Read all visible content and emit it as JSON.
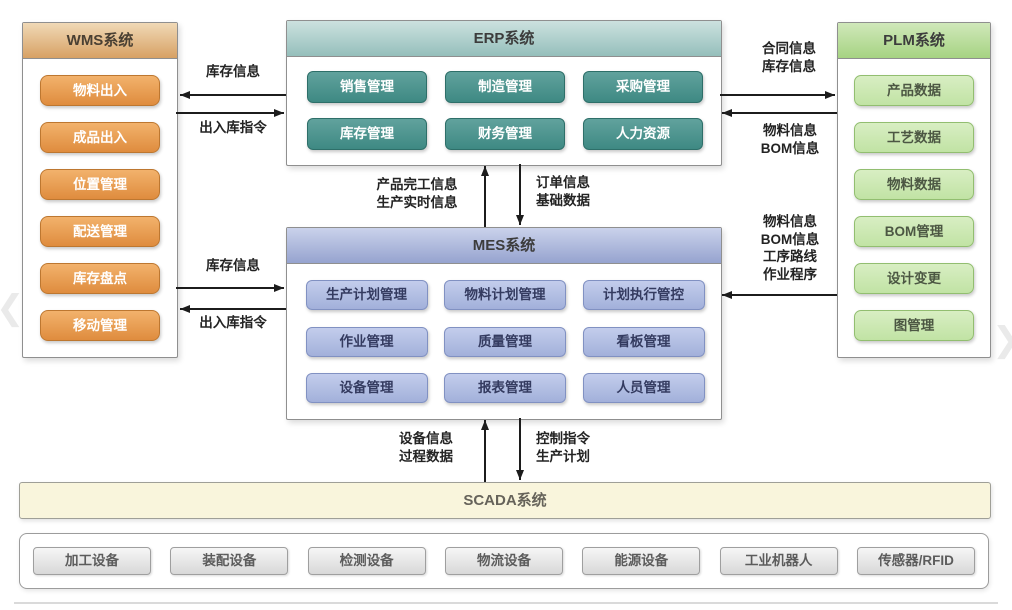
{
  "wms": {
    "title": "WMS系统",
    "items": [
      "物料出入",
      "成品出入",
      "位置管理",
      "配送管理",
      "库存盘点",
      "移动管理"
    ]
  },
  "erp": {
    "title": "ERP系统",
    "items": [
      "销售管理",
      "制造管理",
      "采购管理",
      "库存管理",
      "财务管理",
      "人力资源"
    ]
  },
  "plm": {
    "title": "PLM系统",
    "items": [
      "产品数据",
      "工艺数据",
      "物料数据",
      "BOM管理",
      "设计变更",
      "图管理"
    ]
  },
  "mes": {
    "title": "MES系统",
    "items": [
      "生产计划管理",
      "物料计划管理",
      "计划执行管控",
      "作业管理",
      "质量管理",
      "看板管理",
      "设备管理",
      "报表管理",
      "人员管理"
    ]
  },
  "scada": {
    "title": "SCADA系统"
  },
  "equipment": {
    "items": [
      "加工设备",
      "装配设备",
      "检测设备",
      "物流设备",
      "能源设备",
      "工业机器人",
      "传感器/RFID"
    ]
  },
  "flows": {
    "erp_to_wms": "库存信息",
    "wms_to_erp": "出入库指令",
    "erp_to_plm": "合同信息\n库存信息",
    "plm_to_erp": "物料信息\nBOM信息",
    "mes_to_erp": "产品完工信息\n生产实时信息",
    "erp_to_mes": "订单信息\n基础数据",
    "wms_to_mes": "库存信息",
    "mes_to_wms": "出入库指令",
    "plm_to_mes": "物料信息\nBOM信息\n工序路线\n作业程序",
    "scada_to_mes": "设备信息\n过程数据",
    "mes_to_scada": "控制指令\n生产计划"
  },
  "nav": {
    "prev_icon": "❮",
    "next_icon": "❯"
  },
  "colors": {
    "wms_accent": "#e3924a",
    "erp_accent": "#4e968f",
    "mes_accent": "#a3b0d8",
    "plm_accent": "#c3e5a5",
    "scada_bg": "#f9f5dc",
    "equipment_bg": "#e3e3e3",
    "arrow": "#1c1c1c"
  }
}
